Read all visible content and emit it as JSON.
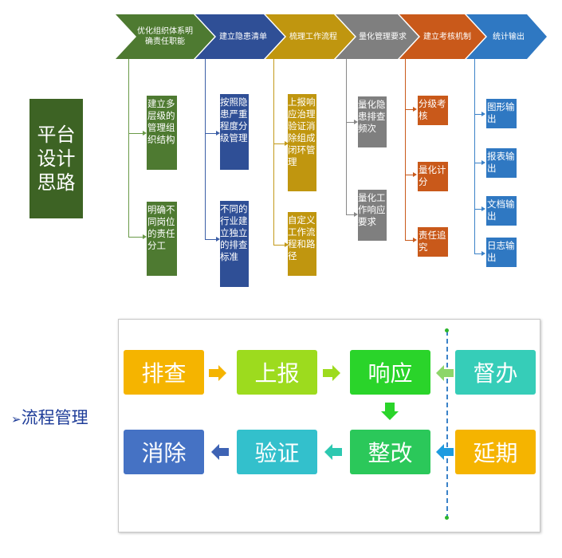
{
  "header": {
    "steps": [
      {
        "label": "优化组织体系明确责任职能",
        "color": "#4e7a31"
      },
      {
        "label": "建立隐患清单",
        "color": "#2f4f96"
      },
      {
        "label": "梳理工作流程",
        "color": "#c0960f"
      },
      {
        "label": "量化管理要求",
        "color": "#7f7f7f"
      },
      {
        "label": "建立考核机制",
        "color": "#c9591a"
      },
      {
        "label": "统计输出",
        "color": "#2f78c2"
      }
    ]
  },
  "title": {
    "text": "平台设计思路"
  },
  "columns": {
    "org": [
      "建立多层级的管理组织结构",
      "明确不同岗位的责任分工"
    ],
    "hazard": [
      "按照隐患严重程度分级管理",
      "不同的行业建立独立的排查标准"
    ],
    "process": [
      "上报响应治理验证消除组成闭环管理",
      "自定义工作流程和路径"
    ],
    "quantify": [
      "量化隐患排查频次",
      "量化工作响应要求"
    ],
    "assess": [
      "分级考核",
      "量化计分",
      "责任追究"
    ],
    "output": [
      "图形输出",
      "报表输出",
      "文档输出",
      "日志输出"
    ]
  },
  "section": {
    "bullet": "➢",
    "label": "流程管理"
  },
  "flow": {
    "nodes": [
      {
        "label": "排查",
        "color": "#f5b400"
      },
      {
        "label": "上报",
        "color": "#9ddb1e"
      },
      {
        "label": "响应",
        "color": "#2ad42a"
      },
      {
        "label": "督办",
        "color": "#36cdb8"
      },
      {
        "label": "消除",
        "color": "#4572c4"
      },
      {
        "label": "验证",
        "color": "#33c0cc"
      },
      {
        "label": "整改",
        "color": "#2bc85a"
      },
      {
        "label": "延期",
        "color": "#f5b400"
      }
    ]
  }
}
